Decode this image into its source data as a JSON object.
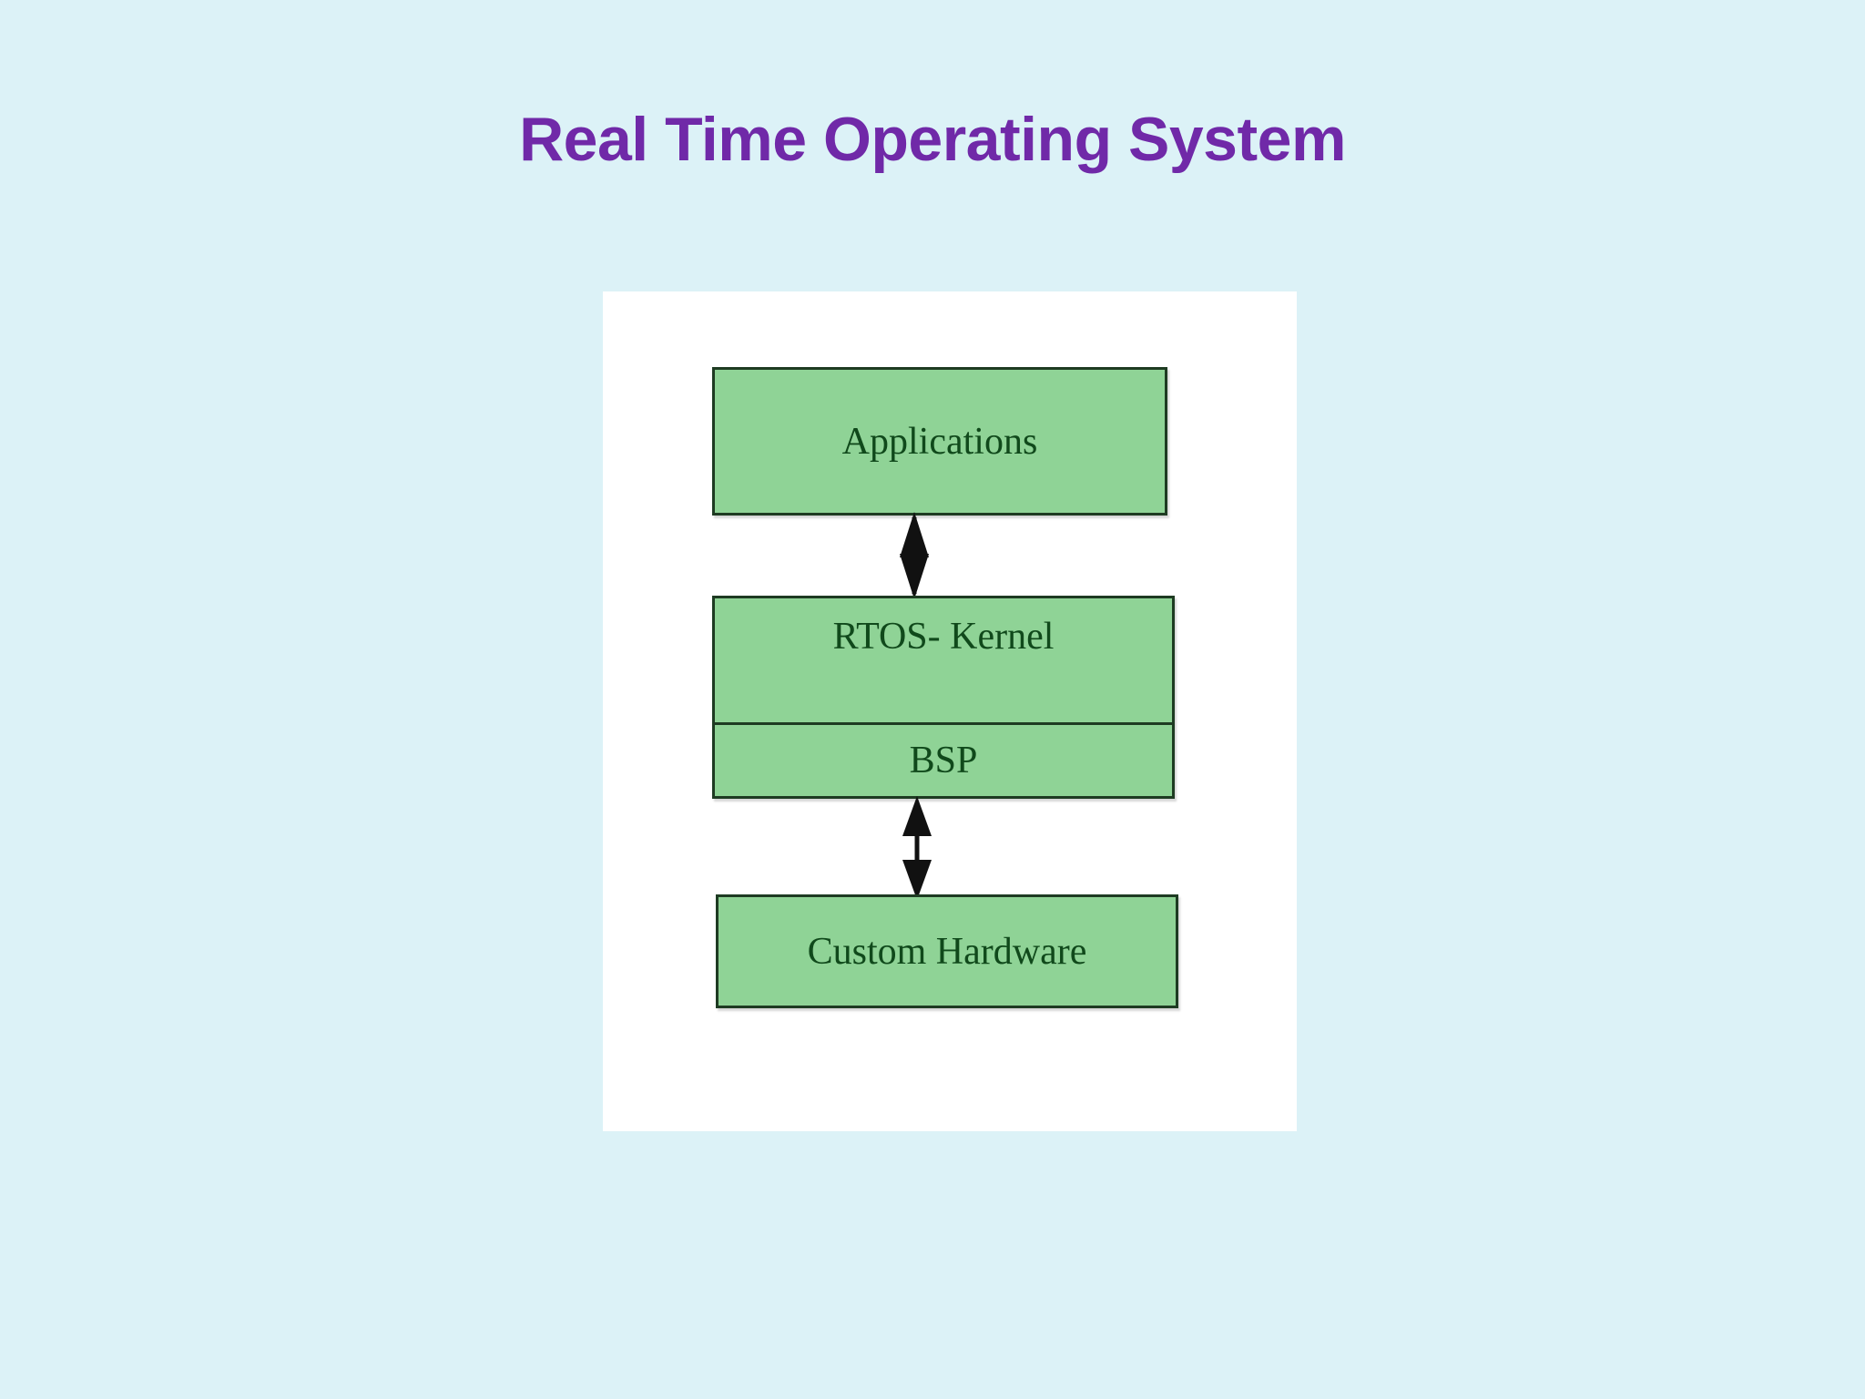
{
  "slide": {
    "title": "Real Time Operating System",
    "background_color": "#dcf2f7",
    "title_color": "#7029a8"
  },
  "diagram": {
    "panel_background": "#ffffff",
    "box_fill_color": "#8fd396",
    "box_border_color": "#1e3b22",
    "box_text_color": "#10491b",
    "layers": [
      {
        "id": "applications",
        "label": "Applications"
      },
      {
        "id": "rtos-kernel",
        "label": "RTOS- Kernel"
      },
      {
        "id": "bsp",
        "label": "BSP"
      },
      {
        "id": "custom-hardware",
        "label": "Custom Hardware"
      }
    ],
    "connectors": [
      {
        "id": "applications-to-rtos-kernel",
        "from": "applications",
        "to": "rtos-kernel",
        "style": "double-headed-arrow",
        "icon": "double-arrow-vertical-icon"
      },
      {
        "id": "bsp-to-custom-hardware",
        "from": "bsp",
        "to": "custom-hardware",
        "style": "double-headed-arrow",
        "icon": "double-arrow-vertical-icon"
      }
    ]
  }
}
